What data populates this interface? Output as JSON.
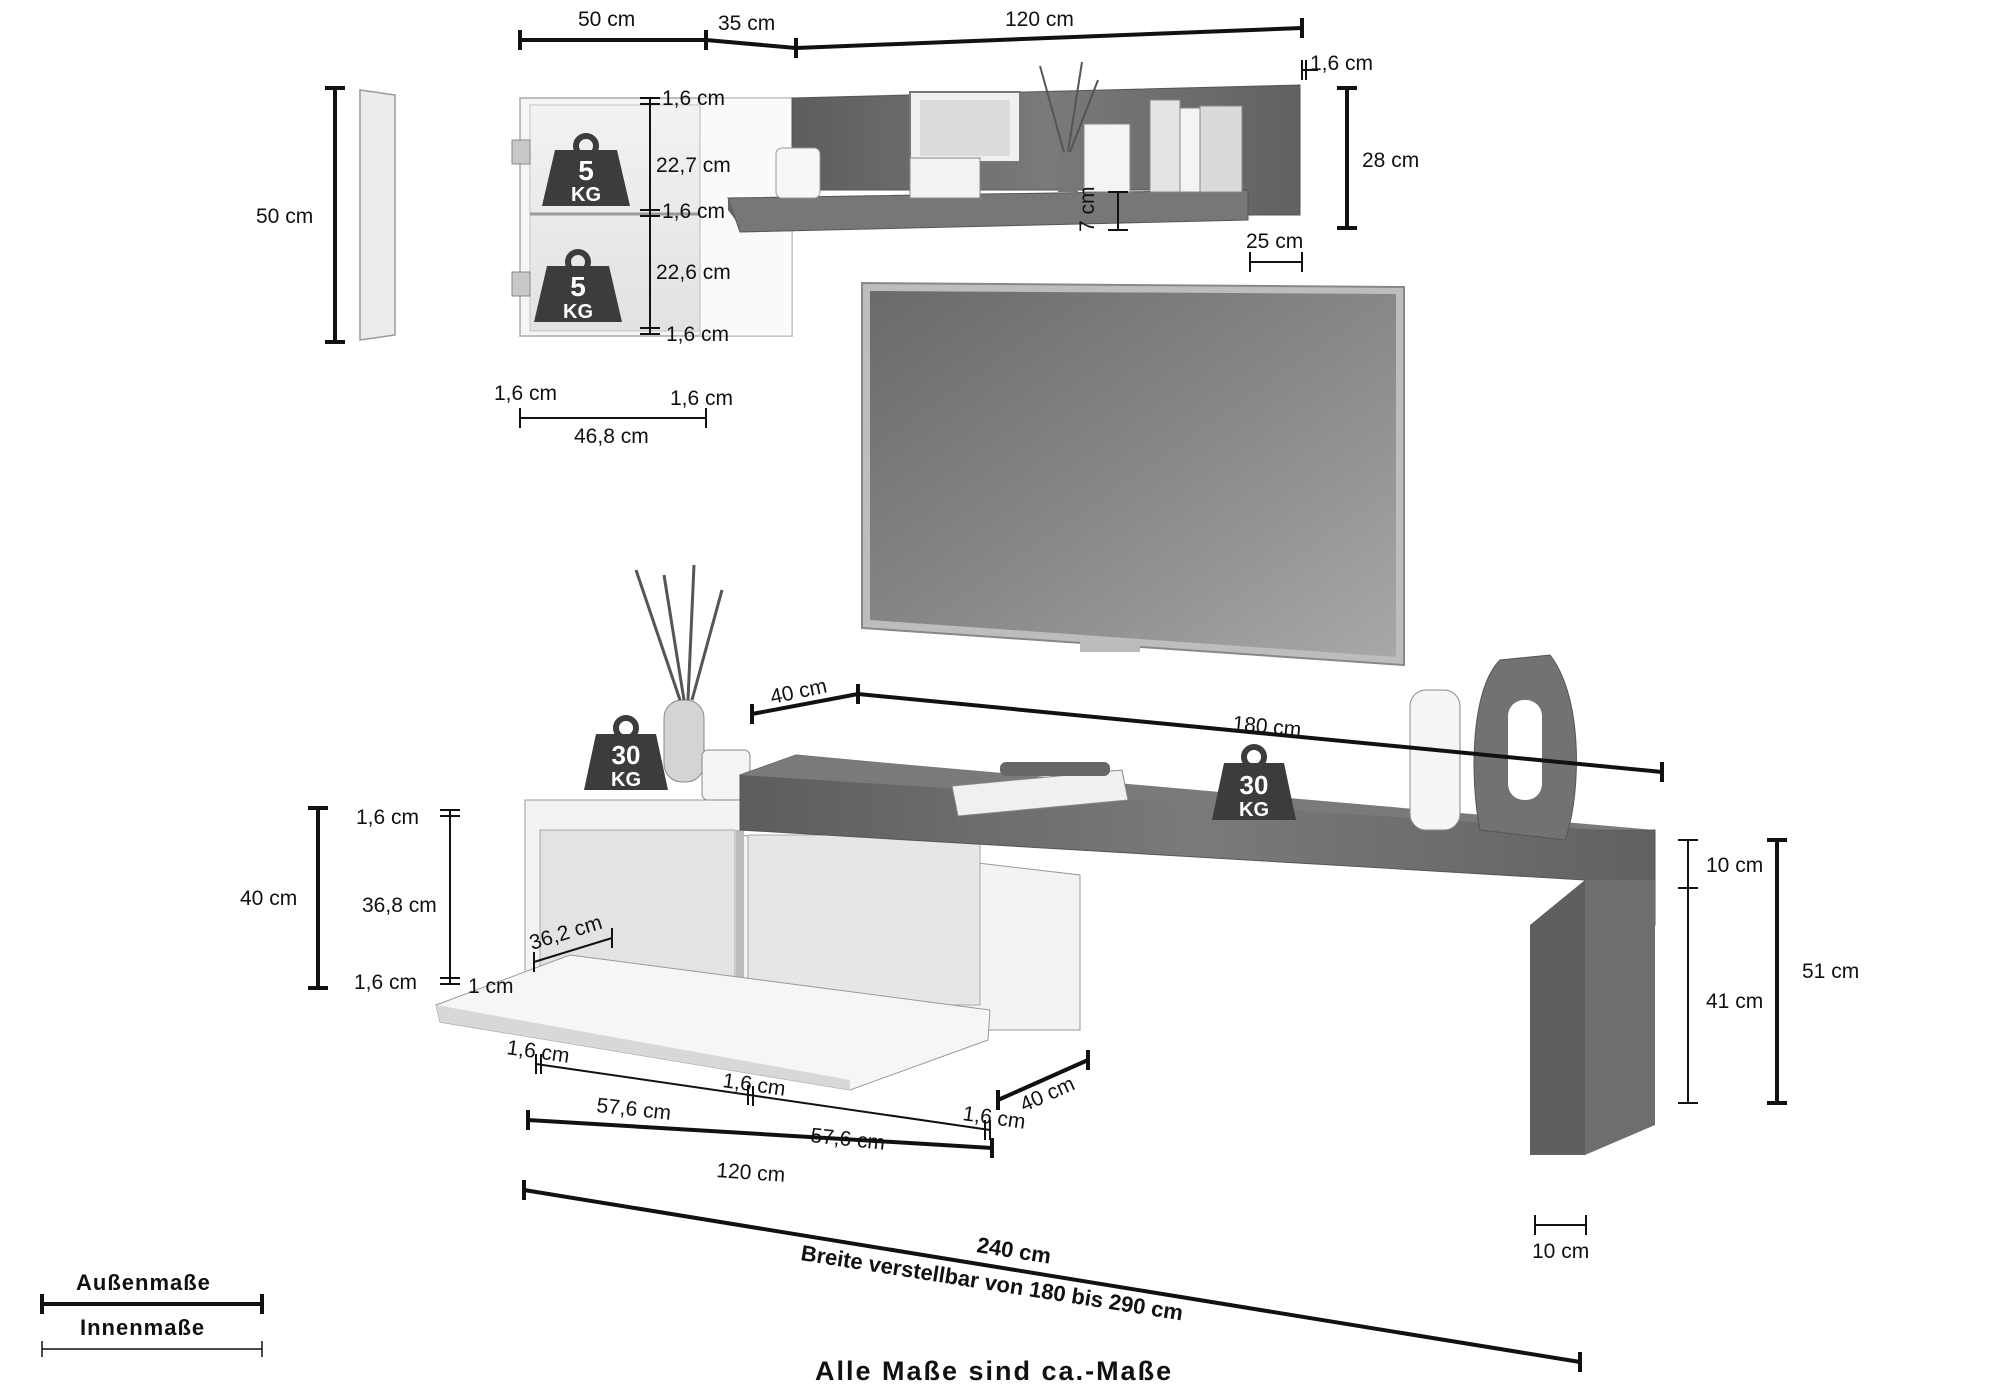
{
  "wall_cabinet": {
    "width": "50 cm",
    "height": "50 cm",
    "top_board": "1,6 cm",
    "upper_inner": "22,7 cm",
    "shelf_board": "1,6 cm",
    "lower_inner": "22,6 cm",
    "bottom_board": "1,6 cm",
    "side_left": "1,6 cm",
    "side_right": "1,6 cm",
    "inner_width": "46,8 cm",
    "load_top": {
      "num": "5",
      "unit": "KG"
    },
    "load_bottom": {
      "num": "5",
      "unit": "KG"
    }
  },
  "wall_shelf": {
    "gap": "35 cm",
    "width": "120 cm",
    "thickness": "1,6 cm",
    "height": "28 cm",
    "shelf_height": "7 cm",
    "depth": "25 cm"
  },
  "lowboard": {
    "top_load": {
      "num": "30",
      "unit": "KG"
    },
    "side_top": "1,6 cm",
    "inner_height": "36,8 cm",
    "outer_height": "40 cm",
    "side_bottom": "1,6 cm",
    "flap": "1 cm",
    "inner_depth": "36,2 cm",
    "left_side": "1,6 cm",
    "middle_wall": "1,6 cm",
    "right_side": "1,6 cm",
    "compartment_left": "57,6 cm",
    "compartment_right": "57,6 cm",
    "width": "120 cm",
    "depth": "40 cm"
  },
  "bridge": {
    "depth": "40 cm",
    "width": "180 cm",
    "load": {
      "num": "30",
      "unit": "KG"
    },
    "top_thickness": "10 cm",
    "leg_height": "41 cm",
    "total_height": "51 cm",
    "leg_width": "10 cm"
  },
  "total": {
    "width": "240 cm",
    "adjustable": "Breite verstellbar  von 180 bis 290 cm"
  },
  "legend": {
    "outer": "Außenmaße",
    "inner": "Innenmaße"
  },
  "footnote": "Alle Maße sind ca.-Maße",
  "colors": {
    "oak": "#6e6e6e",
    "white": "#ffffff",
    "line": "#111111",
    "weight": "#3c3c3c"
  }
}
